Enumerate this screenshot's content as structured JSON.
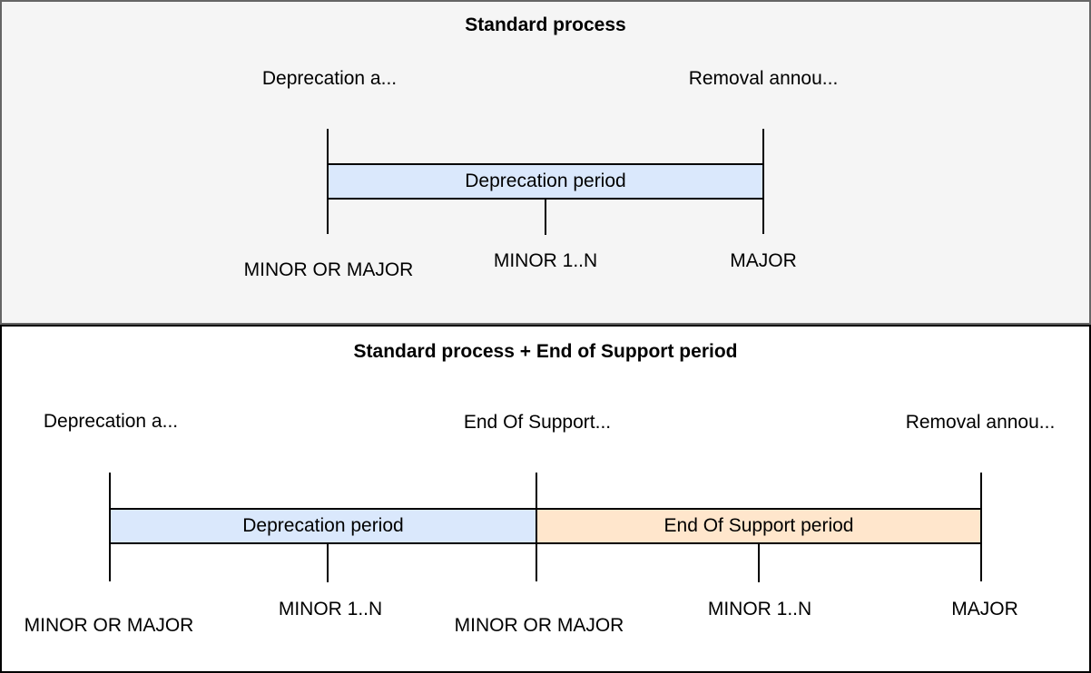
{
  "colors": {
    "page_bg": "#ffffff",
    "top_panel_bg": "#f5f5f5",
    "top_panel_border": "#666666",
    "bottom_panel_bg": "#ffffff",
    "bottom_panel_border": "#000000",
    "deprecation_fill": "#dae8fc",
    "end_of_support_fill": "#ffe6cc",
    "line_color": "#000000",
    "text_color": "#000000"
  },
  "top_diagram": {
    "title": "Standard process",
    "announcements": {
      "deprecation": "Deprecation a...",
      "removal": "Removal annou..."
    },
    "bars": {
      "deprecation": "Deprecation period"
    },
    "versions": {
      "start": "MINOR OR MAJOR",
      "mid": "MINOR 1..N",
      "end": "MAJOR"
    }
  },
  "bottom_diagram": {
    "title": "Standard process + End of Support period",
    "announcements": {
      "deprecation": "Deprecation a...",
      "end_of_support": "End Of Support...",
      "removal": "Removal annou..."
    },
    "bars": {
      "deprecation": "Deprecation period",
      "end_of_support": "End Of Support period"
    },
    "versions": {
      "start": "MINOR OR MAJOR",
      "dep_mid": "MINOR 1..N",
      "eos_start": "MINOR OR MAJOR",
      "eos_mid": "MINOR 1..N",
      "end": "MAJOR"
    }
  }
}
